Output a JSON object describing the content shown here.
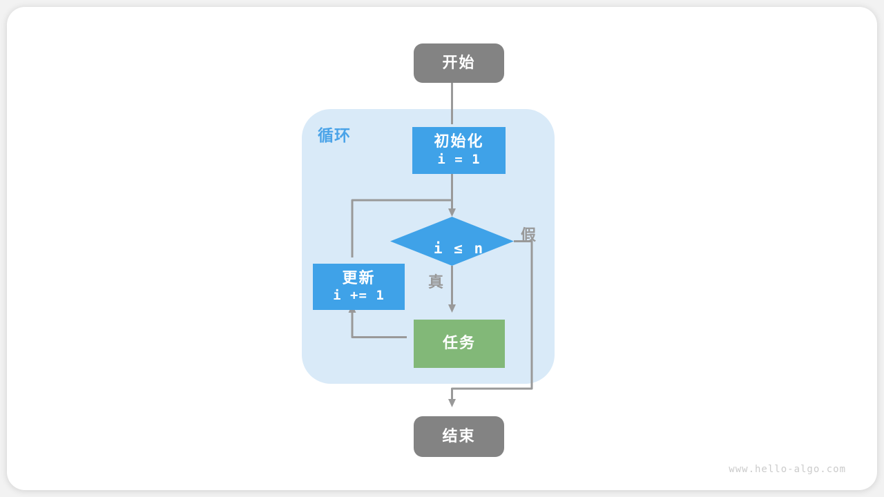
{
  "watermark": "www.hello-algo.com",
  "flowchart": {
    "loop_region": {
      "label": "循环"
    },
    "nodes": {
      "start": {
        "label": "开始",
        "shape": "rounded-terminal",
        "color": "#838383"
      },
      "init": {
        "title": "初始化",
        "code": "i = 1",
        "shape": "rect",
        "color": "#3FA2E8"
      },
      "condition": {
        "label": "i ≤ n",
        "shape": "diamond",
        "color": "#3FA2E8"
      },
      "update": {
        "title": "更新",
        "code": "i += 1",
        "shape": "rect",
        "color": "#3FA2E8"
      },
      "task": {
        "label": "任务",
        "shape": "rect",
        "color": "#82B878"
      },
      "end": {
        "label": "结束",
        "shape": "rounded-terminal",
        "color": "#838383"
      }
    },
    "edge_labels": {
      "true_branch": "真",
      "false_branch": "假"
    },
    "style": {
      "connector_color": "#999999",
      "loop_region_fill": "#D9EAF8",
      "loop_label_color": "#4AA3E8",
      "edge_label_color": "#999999",
      "watermark_color": "#CBCBCB",
      "card_background": "#FFFFFF"
    }
  }
}
